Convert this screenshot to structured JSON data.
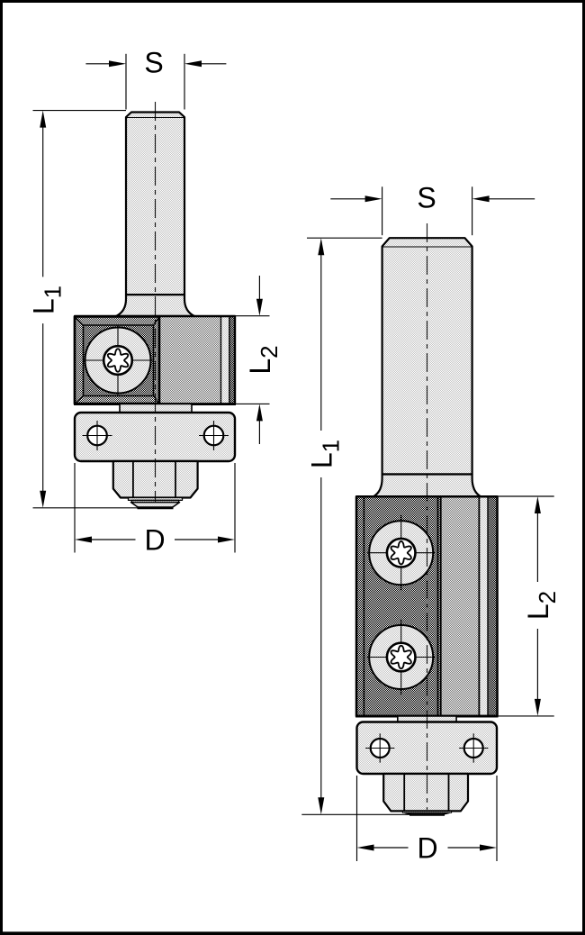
{
  "page": {
    "background": "#ffffff",
    "frame_color": "#000000",
    "line_color": "#000000"
  },
  "drawings": {
    "left": {
      "name": "flush-trim-cutter-short",
      "dims": {
        "shank_diameter": "S",
        "overall_length_base": "L",
        "overall_length_sub": "1",
        "cutting_length_base": "L",
        "cutting_length_sub": "2",
        "diameter": "D"
      }
    },
    "right": {
      "name": "flush-trim-cutter-long",
      "dims": {
        "shank_diameter": "S",
        "overall_length_base": "L",
        "overall_length_sub": "1",
        "cutting_length_base": "L",
        "cutting_length_sub": "2",
        "diameter": "D"
      }
    }
  }
}
